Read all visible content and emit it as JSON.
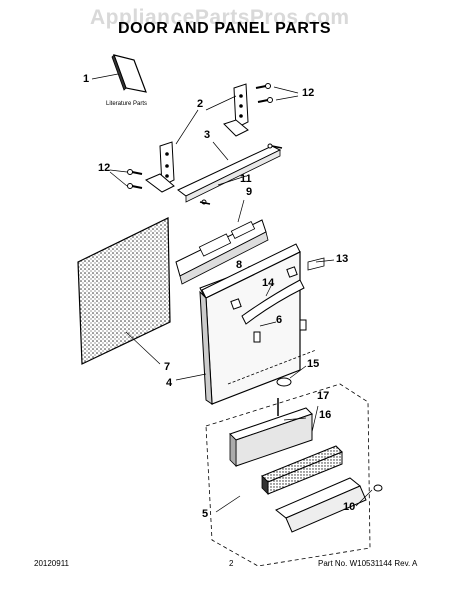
{
  "watermark": "AppliancePartsPros.com",
  "title": "DOOR AND PANEL PARTS",
  "literature_label": "Literature Parts",
  "callouts": {
    "c1": "1",
    "c2": "2",
    "c3": "3",
    "c4": "4",
    "c5": "5",
    "c6": "6",
    "c7": "7",
    "c8": "8",
    "c9": "9",
    "c10": "10",
    "c11": "11",
    "c12a": "12",
    "c12b": "12",
    "c13": "13",
    "c14": "14",
    "c15": "15",
    "c16": "16",
    "c17": "17"
  },
  "footer": {
    "date": "20120911",
    "page": "2",
    "part_no": "Part No.  W10531144  Rev.  A"
  }
}
